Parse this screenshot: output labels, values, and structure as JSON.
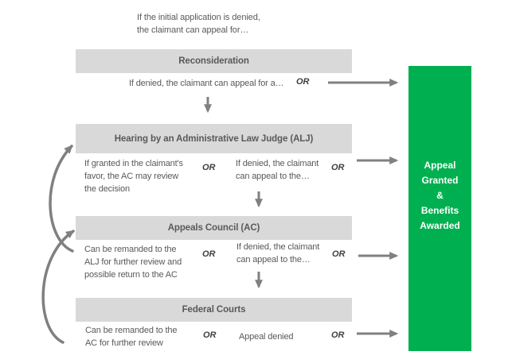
{
  "intro": {
    "lines": [
      "If the initial application is denied,",
      "the claimant can appeal for…"
    ]
  },
  "stages": {
    "reconsideration": {
      "title": "Reconsideration",
      "appeal_text": "If denied, the claimant can appeal for a…",
      "or_awarded": "OR"
    },
    "alj": {
      "title": "Hearing by an Administrative Law Judge (ALJ)",
      "granted_lines": [
        "If granted in the claimant's",
        "favor, the AC may review",
        "the decision"
      ],
      "or_mid": "OR",
      "denied_lines": [
        "If denied, the claimant",
        "can appeal to the…"
      ],
      "or_awarded": "OR"
    },
    "ac": {
      "title": "Appeals Council (AC)",
      "remand_lines": [
        "Can be remanded to the",
        "ALJ for further review and",
        "possible return to the AC"
      ],
      "or_mid": "OR",
      "denied_lines": [
        "If denied, the claimant",
        "can appeal to the…"
      ],
      "or_awarded": "OR"
    },
    "federal": {
      "title": "Federal Courts",
      "remand_lines": [
        "Can be remanded to the",
        "AC for further review"
      ],
      "or_mid": "OR",
      "denied_text": "Appeal denied",
      "or_awarded": "OR"
    }
  },
  "outcome": {
    "lines": [
      "Appeal",
      "Granted",
      "&",
      "Benefits",
      "Awarded"
    ]
  },
  "colors": {
    "outcome_green": "#00b050",
    "stage_gray": "#d9d9d9",
    "text": "#595959",
    "or_text": "#404040",
    "arrow": "#808080"
  }
}
